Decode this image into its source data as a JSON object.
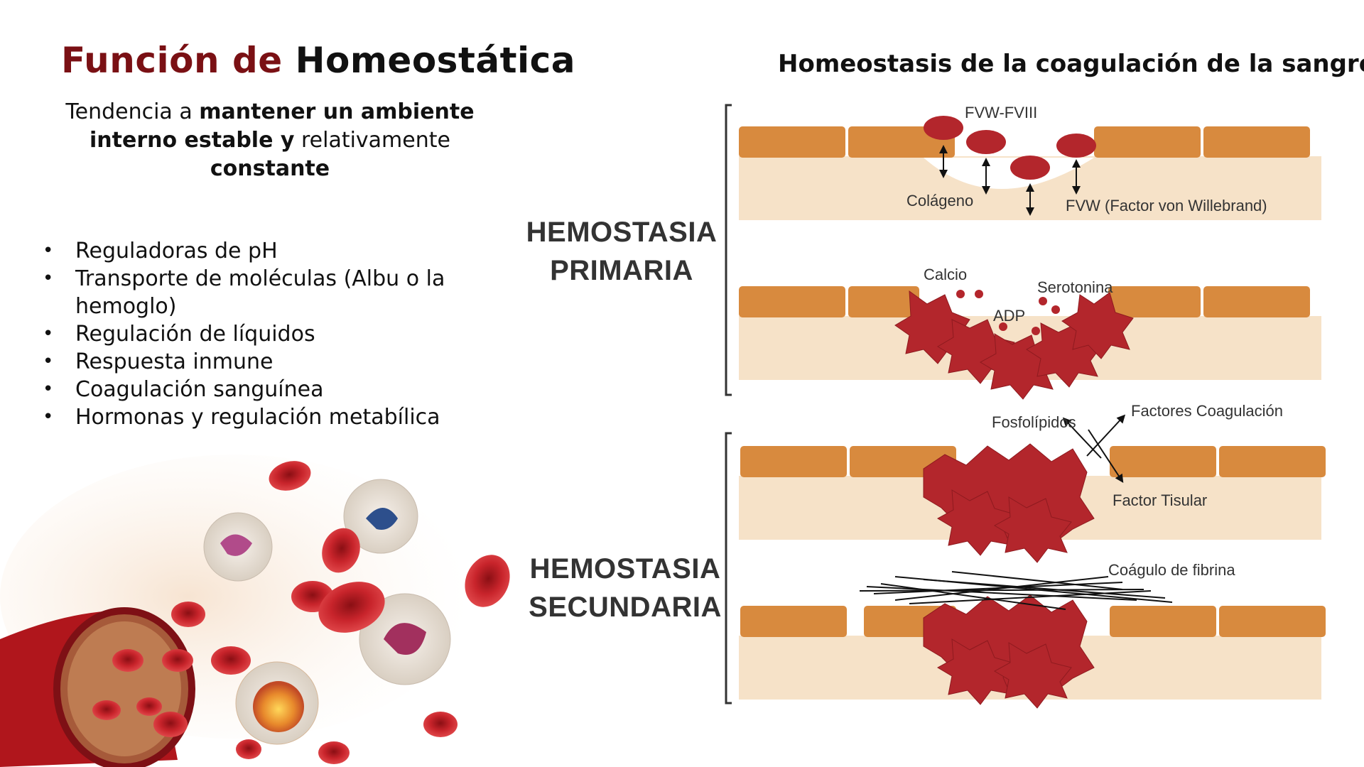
{
  "left": {
    "title_accent": "Función de",
    "title_rest": "Homeostática",
    "subtitle": {
      "p1": "Tendencia a ",
      "b1": "mantener un ambiente interno estable y",
      "p2": " relativamente ",
      "b2": "constante"
    },
    "bullets": [
      "Reguladoras de pH",
      "Transporte de moléculas (Albu o la hemoglo)",
      "Regulación de líquidos",
      "Respuesta inmune",
      "Coagulación sanguínea",
      "Hormonas y regulación metabílica"
    ]
  },
  "right": {
    "title": "Homeostasis de la coagulación de la sangre",
    "primary_line1": "HEMOSTASIA",
    "primary_line2": "PRIMARIA",
    "secondary_line1": "HEMOSTASIA",
    "secondary_line2": "SECUNDARIA",
    "labels": {
      "fvw_fviii": "FVW-FVIII",
      "colageno": "Colágeno",
      "fvw": "FVW (Factor von Willebrand)",
      "calcio": "Calcio",
      "serotonina": "Serotonina",
      "adp": "ADP",
      "fosfolipidos": "Fosfolípidos",
      "factores": "Factores Coagulación",
      "factor_tisular": "Factor Tisular",
      "coagulo": "Coágulo de fibrina"
    }
  },
  "colors": {
    "title_accent": "#7a1014",
    "endothelium": "#d88a3e",
    "tissue": "#f6e2c8",
    "platelet": "#b3262c",
    "vwf": "#b3262c"
  }
}
